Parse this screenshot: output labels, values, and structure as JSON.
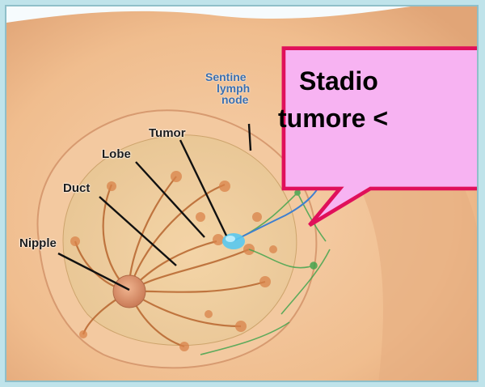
{
  "diagram": {
    "labels": {
      "sentinel_line1": "Sentine",
      "sentinel_line2": "lymph",
      "sentinel_line3": "node",
      "tumor": "Tumor",
      "lobe": "Lobe",
      "duct": "Duct",
      "nipple": "Nipple"
    }
  },
  "callout": {
    "line1": "Stadio",
    "line2": "tumore <"
  },
  "colors": {
    "skin": "#f2c59a",
    "frame_bg": "#bfe3ea",
    "callout_fill": "#f7b3f2",
    "callout_border": "#e0105a",
    "tumor": "#58c8ef",
    "lymph": "#3aa34a"
  }
}
